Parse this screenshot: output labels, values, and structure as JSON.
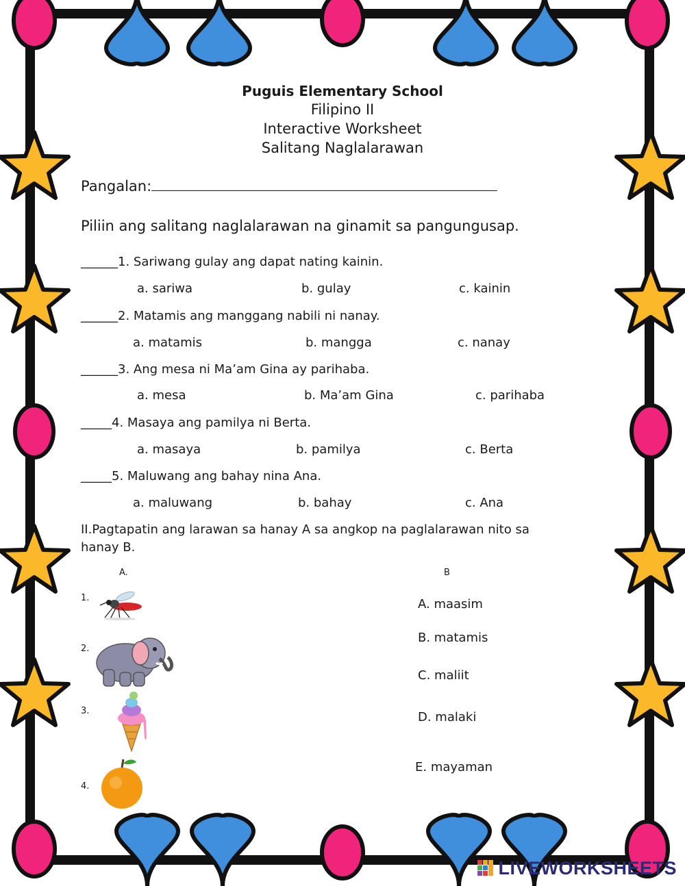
{
  "header": {
    "school": "Puguis Elementary School",
    "subject": "Filipino II",
    "type": "Interactive Worksheet",
    "topic": "Salitang Naglalarawan"
  },
  "name_label": "Pangalan:",
  "instruction1": "Piliin ang salitang naglalarawan na ginamit sa pangungusap.",
  "questions": [
    {
      "blank": "______",
      "text": "1. Sariwang gulay ang dapat nating kainin.",
      "options": [
        "a. sariwa",
        "b. gulay",
        "c. kainin"
      ]
    },
    {
      "blank": "______",
      "text": "2. Matamis ang manggang nabili ni nanay.",
      "options": [
        "a. matamis",
        "b. mangga",
        "c. nanay"
      ]
    },
    {
      "blank": "______",
      "text": "3. Ang mesa ni Ma’am Gina ay parihaba.",
      "options": [
        "a. mesa",
        "b. Ma’am Gina",
        "c. parihaba"
      ]
    },
    {
      "blank": "_____",
      "text": "4. Masaya ang pamilya ni Berta.",
      "options": [
        "a. masaya",
        "b. pamilya",
        "c. Berta"
      ]
    },
    {
      "blank": "_____",
      "text": "5. Maluwang ang bahay nina Ana.",
      "options": [
        "a. maluwang",
        "b. bahay",
        "c. Ana"
      ]
    }
  ],
  "instruction2_line1": "II.Pagtapatin ang larawan sa hanay A sa angkop na paglalarawan nito sa",
  "instruction2_line2": "hanay B.",
  "column_a_label": "A.",
  "column_b_label": "B",
  "column_a_items": [
    {
      "num": "1.",
      "icon": "mosquito-icon"
    },
    {
      "num": "2.",
      "icon": "elephant-icon"
    },
    {
      "num": "3.",
      "icon": "ice-cream-icon"
    },
    {
      "num": "4.",
      "icon": "orange-icon"
    }
  ],
  "column_b_items": [
    "A. maasim",
    "B. matamis",
    "C. maliit",
    "D. malaki",
    "E. mayaman"
  ],
  "branding": "LIVEWORKSHEETS",
  "colors": {
    "frame": "#111111",
    "pink": "#f0247a",
    "blue": "#3f8fdc",
    "yellow": "#fbb829",
    "brand": "#2b2b73"
  }
}
